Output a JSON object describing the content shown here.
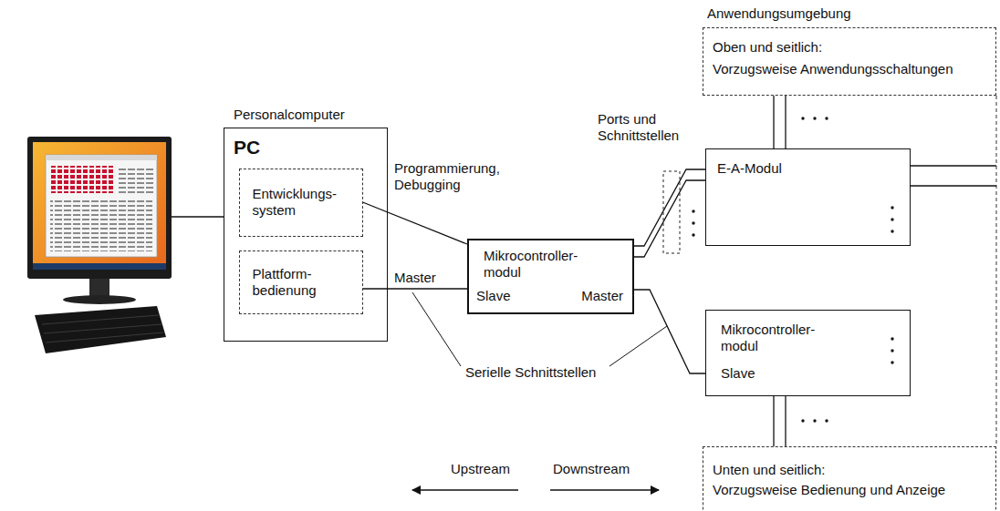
{
  "diagram": {
    "nodes": [
      {
        "text": [
          "Personalcomputer",
          "PC"
        ]
      },
      {
        "text": [
          "Entwicklungs- system"
        ],
        "in": 0
      },
      {
        "text": [
          "Plattform- bedienung"
        ],
        "in": 0
      },
      {
        "text": [
          "Mikrocontroller- modul",
          "Slave",
          "Master"
        ]
      },
      {
        "text": [
          "Anwendungsumgebung",
          "Oben und seitlich:",
          "Vorzugsweise Anwendungsschaltungen"
        ]
      },
      {
        "text": [
          "E-A-Modul"
        ]
      },
      {
        "text": [
          "Mikrocontroller- modul",
          "Slave"
        ]
      },
      {
        "text": [
          "Unten und seitlich:",
          "Vorzugsweise Bedienung und Anzeige"
        ]
      }
    ],
    "edges": [
      {
        "from": 1,
        "to": 3,
        "label": "Programmierung, Debugging",
        "arrow": "none"
      },
      {
        "from": 2,
        "to": 3,
        "label": "Master",
        "arrow": "none"
      },
      {
        "from": 3,
        "to": 5,
        "arrow": "none"
      },
      {
        "from": 3,
        "to": 5,
        "arrow": "none"
      },
      {
        "from": 3,
        "to": 6,
        "arrow": "none"
      },
      {
        "from": 5,
        "to": 4,
        "arrow": "none"
      },
      {
        "from": 5,
        "to": 4,
        "arrow": "none"
      },
      {
        "from": 6,
        "to": 7,
        "arrow": "none"
      },
      {
        "from": 6,
        "to": 7,
        "arrow": "none"
      }
    ],
    "labels": [
      "Ports und Schnittstellen",
      "Serielle Schnittstellen",
      "Upstream",
      "Downstream"
    ]
  }
}
